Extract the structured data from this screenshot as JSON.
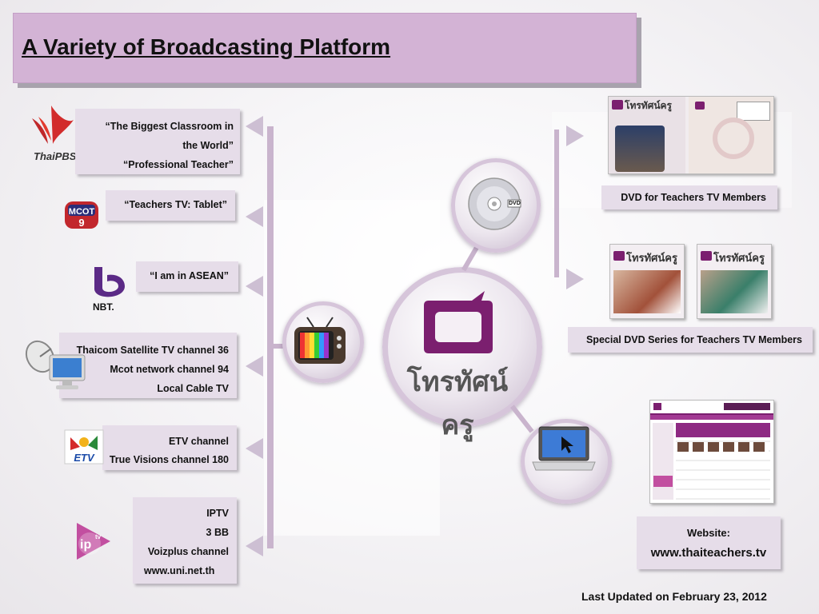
{
  "title": "A Variety of Broadcasting Platform",
  "platforms": [
    {
      "lines": [
        "“The Biggest Classroom in",
        "the World”",
        "“Professional Teacher”"
      ],
      "logo": "thaipbs-logo"
    },
    {
      "lines": [
        "“Teachers TV: Tablet”"
      ],
      "logo": "channel9-logo"
    },
    {
      "lines": [
        "“I am in ASEAN”"
      ],
      "logo": "nbt-logo"
    },
    {
      "lines": [
        "Thaicom Satellite TV channel 36",
        "Mcot network channel 94",
        "Local Cable TV"
      ],
      "logo": "satellite-icon"
    },
    {
      "lines": [
        "ETV channel",
        "True Visions channel 180"
      ],
      "logo": "etv-logo"
    },
    {
      "lines": [
        "IPTV",
        "3 BB",
        "Voizplus channel",
        "www.uni.net.th"
      ],
      "logo": "iptv-logo"
    }
  ],
  "center": {
    "brand": "โทรทัศน์ครู"
  },
  "right": {
    "dvd_label": "DVD for Teachers TV Members",
    "dvd_series_label": "Special DVD Series for Teachers TV Members",
    "website_title": "Website:",
    "website_url": "www.thaiteachers.tv",
    "cover_brand": "โทรทัศน์ครู",
    "dvd_badge": "DVD"
  },
  "footer": "Last Updated on February 23, 2012",
  "colors": {
    "accent": "#8a2e7f",
    "box": "#e6dde9",
    "title_bg": "#d3b3d5"
  }
}
